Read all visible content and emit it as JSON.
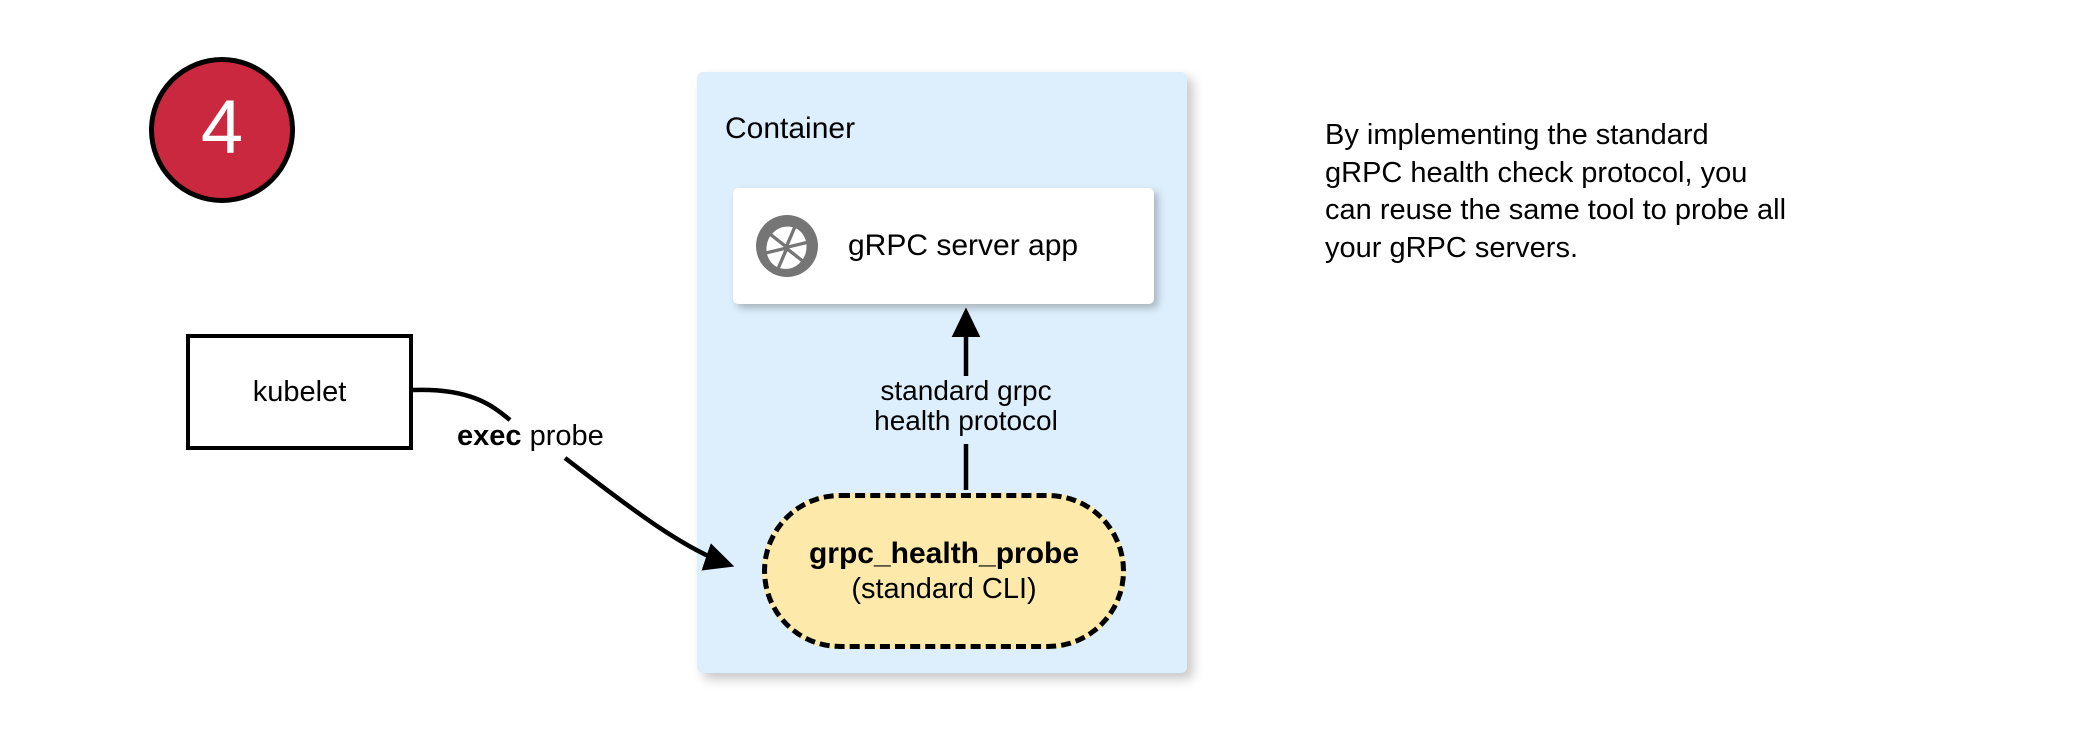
{
  "step": {
    "number": "4"
  },
  "kubelet": {
    "label": "kubelet"
  },
  "edges": {
    "exec_probe_bold": "exec",
    "exec_probe_rest": " probe",
    "protocol_line1": "standard grpc",
    "protocol_line2": "health protocol"
  },
  "container": {
    "title": "Container",
    "server_card": {
      "label": "gRPC server app",
      "icon": "grpc-logo-icon"
    },
    "probe": {
      "name": "grpc_health_probe",
      "subtitle": "(standard CLI)"
    }
  },
  "description": {
    "line1": "By implementing the standard",
    "line2": "gRPC health check protocol, you",
    "line3": "can reuse the same tool to probe all",
    "line4": "your gRPC servers."
  },
  "colors": {
    "badge_fill": "#c9283e",
    "badge_text": "#ffffff",
    "container_fill": "#ddeffc",
    "probe_fill": "#fde9a9",
    "card_fill": "#ffffff",
    "logo_gray": "#757575",
    "stroke": "#000000"
  }
}
